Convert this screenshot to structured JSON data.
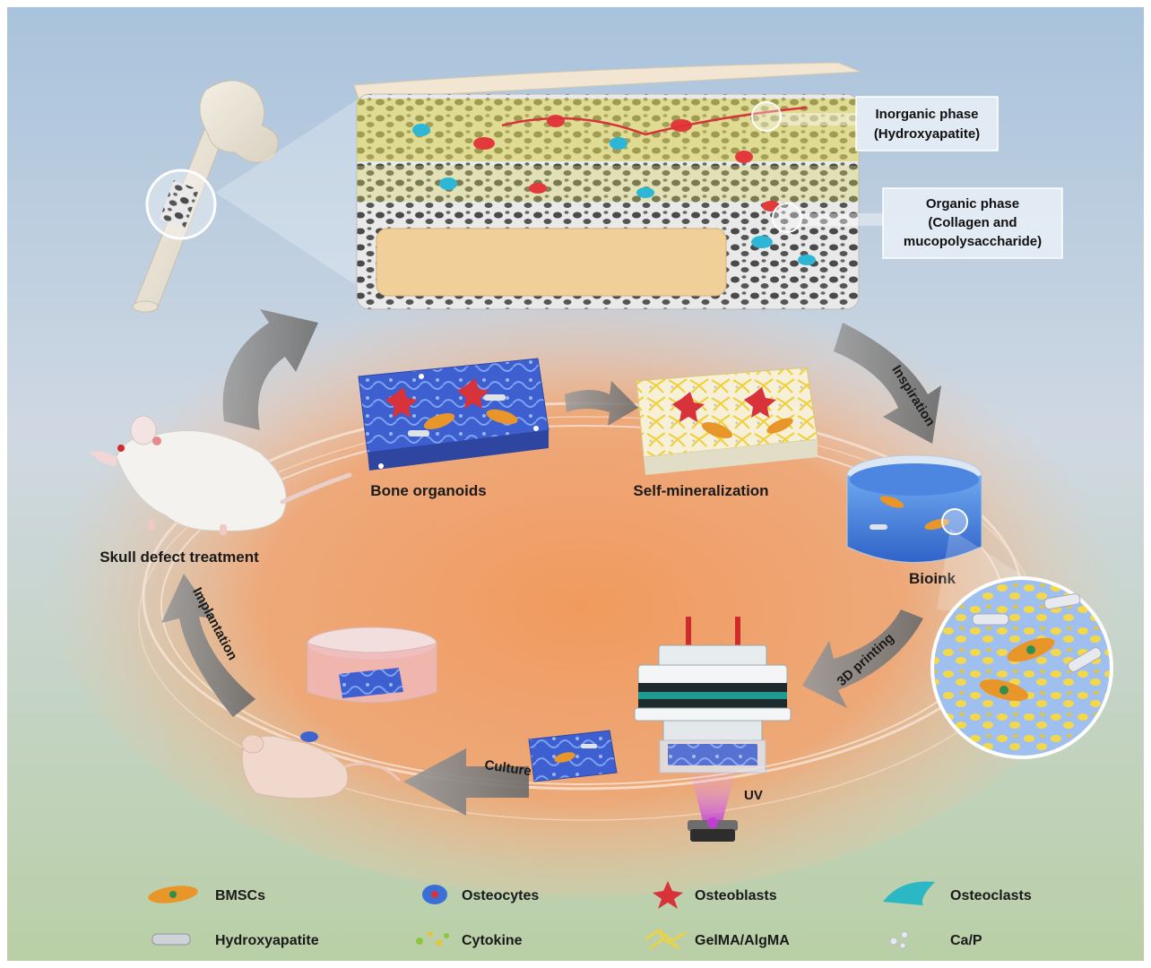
{
  "callouts": {
    "inorganic_line1": "Inorganic phase",
    "inorganic_line2": "(Hydroxyapatite)",
    "organic_line1": "Organic phase",
    "organic_line2": "(Collagen and",
    "organic_line3": "mucopolysaccharide)"
  },
  "stages": {
    "bone_organoids": "Bone organoids",
    "self_mineralization": "Self-mineralization",
    "bioink": "Bioink",
    "skull_defect": "Skull defect treatment",
    "uv": "UV"
  },
  "arrows": {
    "inspiration": "Inspiration",
    "printing": "3D printing",
    "culture": "Culture",
    "implantation": "Implantation"
  },
  "legend": [
    {
      "label": "BMSCs",
      "icon": "bmsc-cell-icon",
      "color": "#e8962a"
    },
    {
      "label": "Osteocytes",
      "icon": "osteocyte-cell-icon",
      "color": "#3a6fd8"
    },
    {
      "label": "Osteoblasts",
      "icon": "osteoblast-star-icon",
      "color": "#d8323a"
    },
    {
      "label": "Osteoclasts",
      "icon": "osteoclast-cell-icon",
      "color": "#2bb7c4"
    },
    {
      "label": "Hydroxyapatite",
      "icon": "hydroxyapatite-rod-icon",
      "color": "#cfd3d8"
    },
    {
      "label": "Cytokine",
      "icon": "cytokine-dots-icon",
      "color": "#8cc63f"
    },
    {
      "label": "GelMA/AlgMA",
      "icon": "gelma-network-icon",
      "color": "#f2d23a"
    },
    {
      "label": "Ca/P",
      "icon": "ca-p-dots-icon",
      "color": "#e6e9ee"
    }
  ]
}
